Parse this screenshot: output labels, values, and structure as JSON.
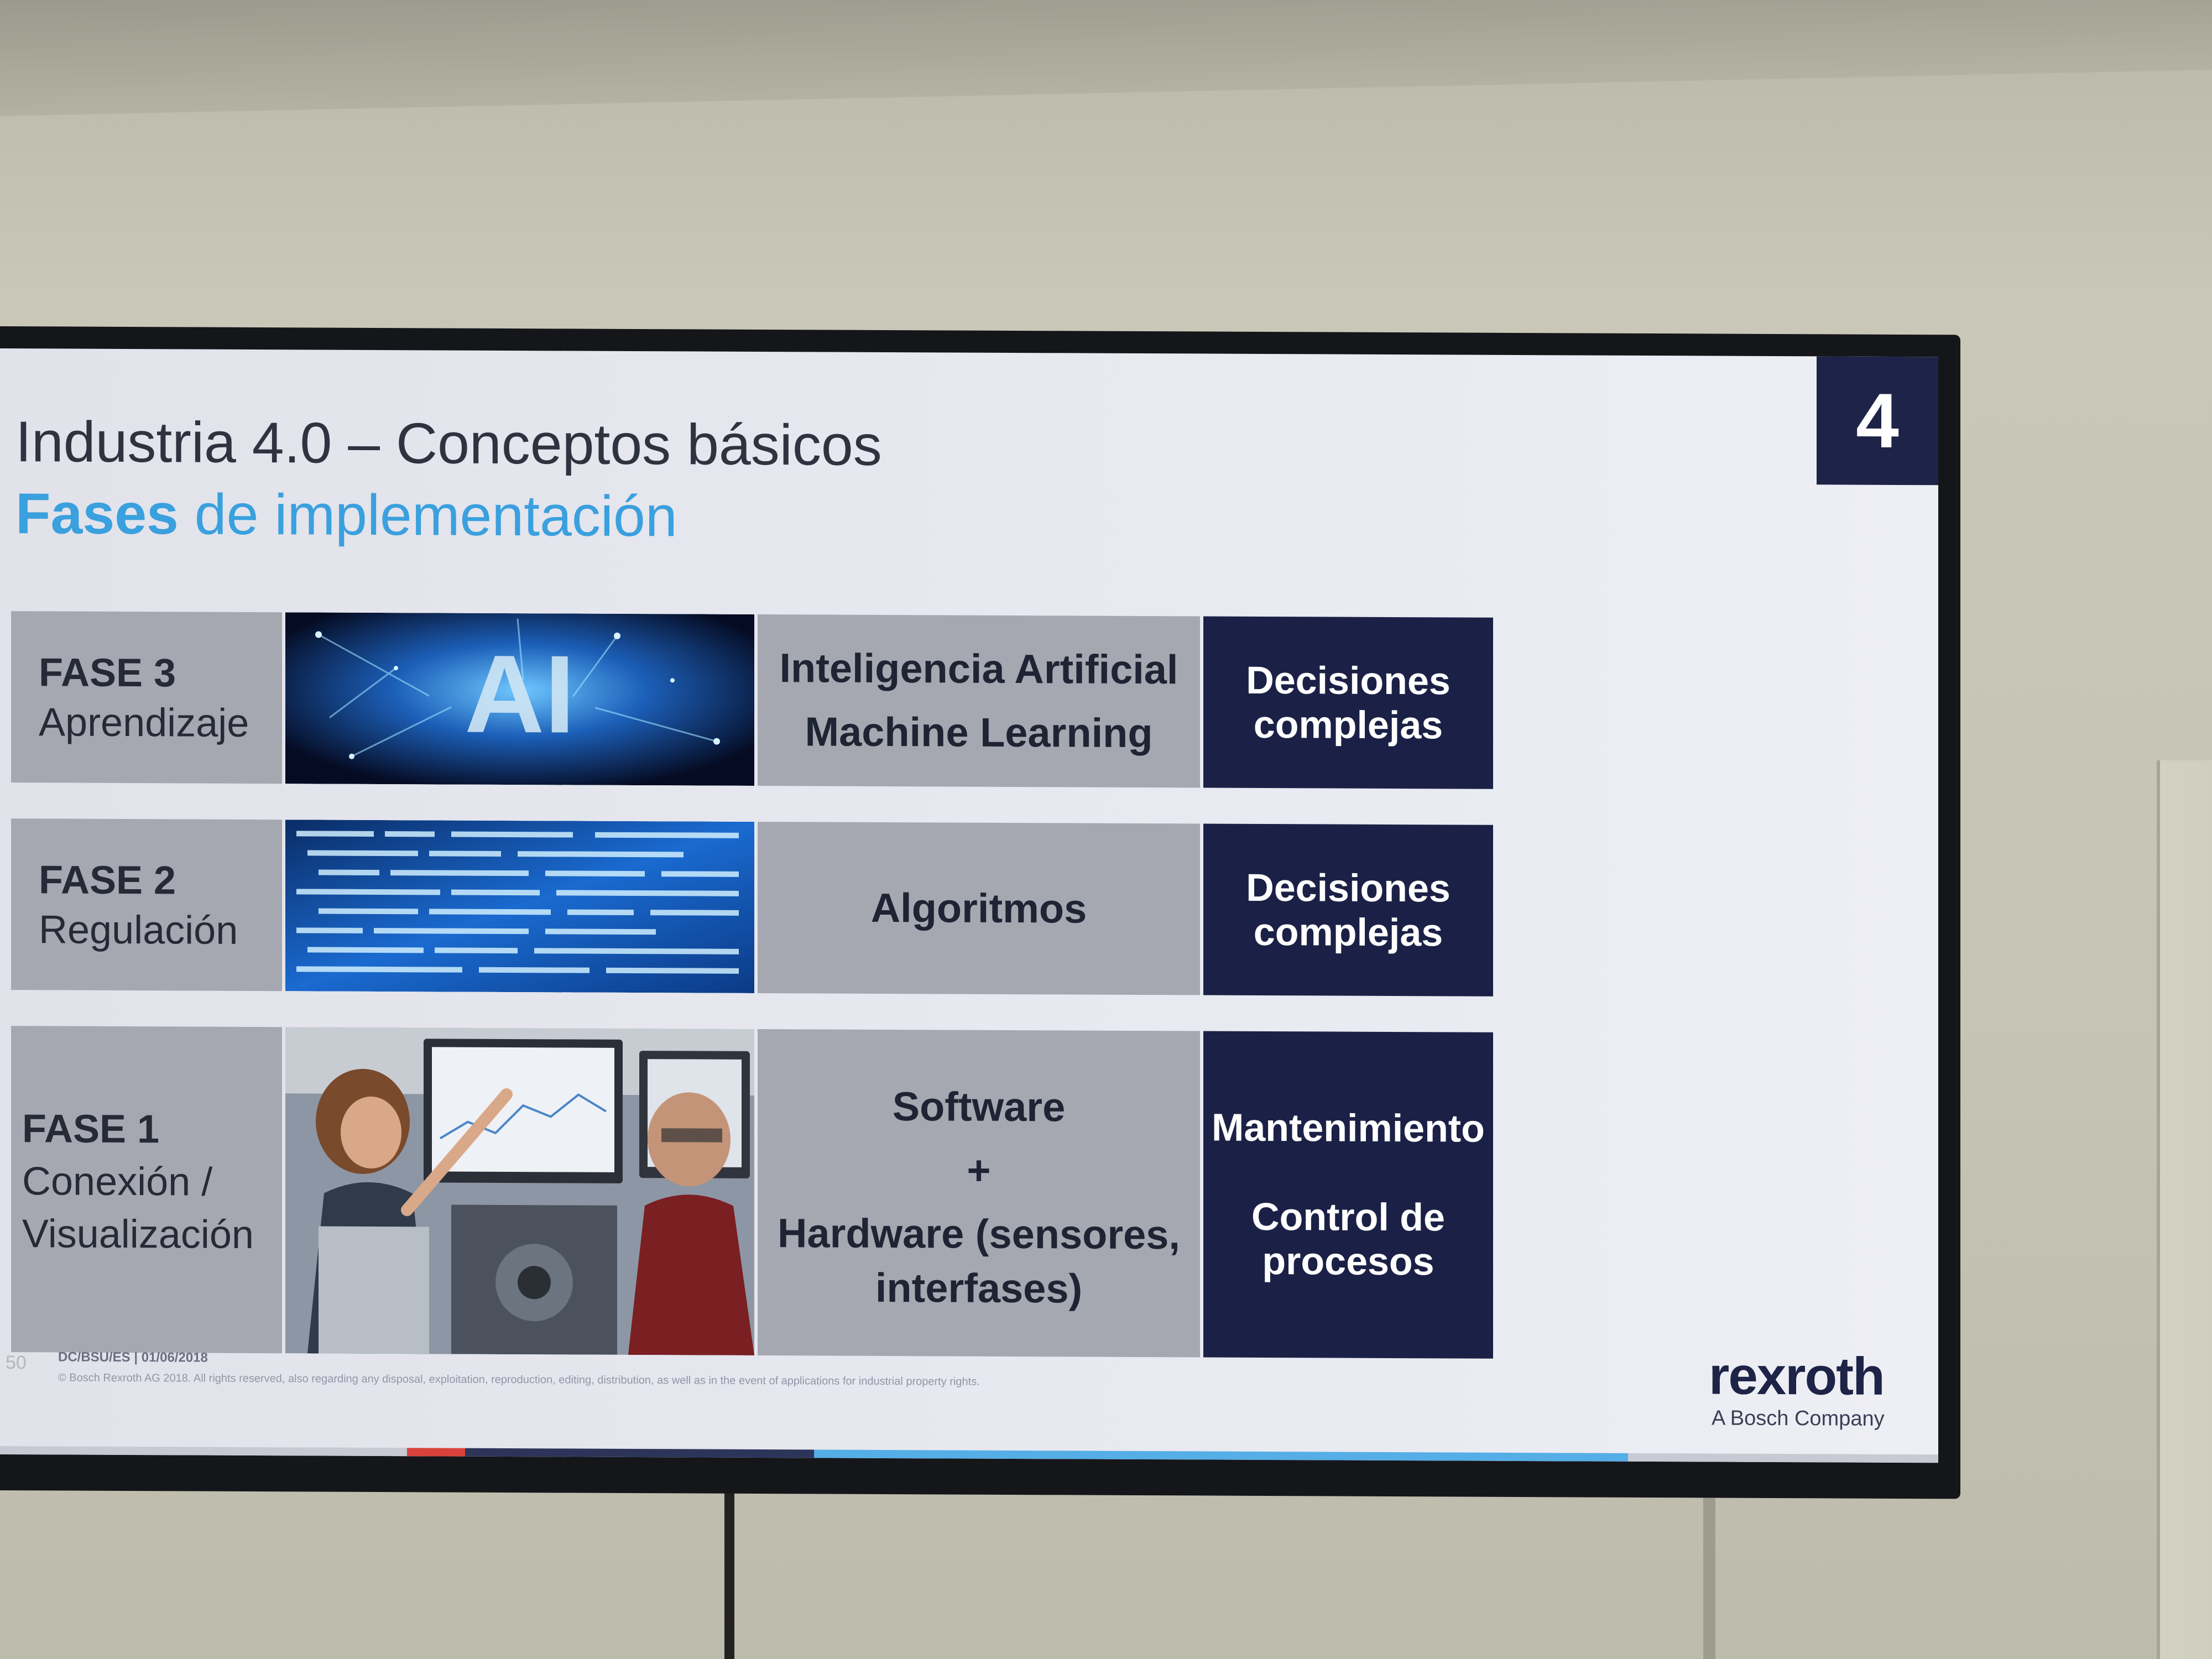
{
  "slide": {
    "title": "Industria 4.0 – Conceptos básicos",
    "subtitle_bold": "Fases",
    "subtitle_rest": " de implementación",
    "page_number": "4"
  },
  "phases": [
    {
      "name": "FASE 3",
      "subtitle_lines": [
        "Aprendizaje"
      ],
      "image_icon": "ai-brain-image",
      "image_text": "AI",
      "description_lines": [
        "Inteligencia Artificial",
        "Machine Learning"
      ],
      "outcome_lines": [
        "Decisiones",
        "complejas"
      ]
    },
    {
      "name": "FASE 2",
      "subtitle_lines": [
        "Regulación"
      ],
      "image_icon": "source-code-image",
      "description_lines": [
        "Algoritmos"
      ],
      "outcome_lines": [
        "Decisiones",
        "complejas"
      ]
    },
    {
      "name": "FASE 1",
      "subtitle_lines": [
        "Conexión /",
        "Visualización"
      ],
      "image_icon": "workers-monitor-image",
      "description_lines": [
        "Software",
        "+",
        "Hardware (sensores,",
        "interfases)"
      ],
      "outcome_lines": [
        "Mantenimiento",
        "",
        "Control de",
        "procesos"
      ]
    }
  ],
  "footer": {
    "slide_num": "50",
    "doc_id": "DC/BSU/ES | 01/06/2018",
    "copyright": "© Bosch Rexroth AG 2018. All rights reserved, also regarding any disposal, exploitation, reproduction, editing, distribution, as well as in the event of applications for industrial property rights."
  },
  "brand": {
    "name": "rexroth",
    "tagline": "A Bosch Company"
  },
  "colors": {
    "navy": "#1b2146",
    "accent_blue": "#3aa0de",
    "cell_gray": "#a6a8b1"
  }
}
